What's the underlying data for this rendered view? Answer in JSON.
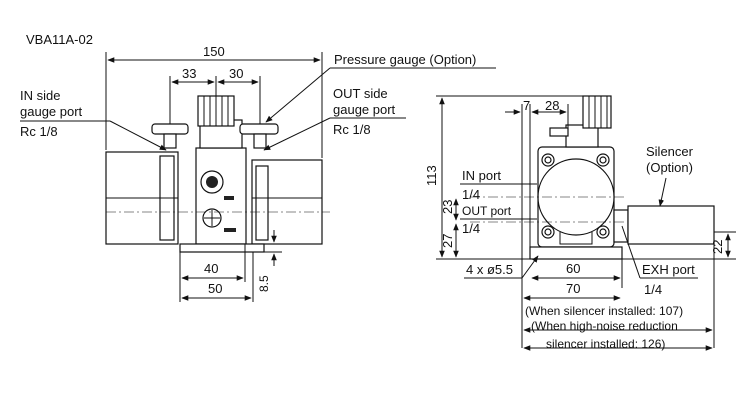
{
  "model": "VBA11A-02",
  "front_view": {
    "dims": {
      "overall_width": "150",
      "left_offset": "33",
      "right_offset": "30",
      "base_width_inner": "40",
      "base_width_outer": "50",
      "base_height": "8.5"
    },
    "labels": {
      "in_gauge_line1": "IN side",
      "in_gauge_line2": "gauge port",
      "in_gauge_line3": "Rc 1/8",
      "pressure_gauge": "Pressure gauge (Option)",
      "out_gauge_line1": "OUT side",
      "out_gauge_line2": "gauge port",
      "out_gauge_line3": "Rc 1/8"
    }
  },
  "side_view": {
    "dims": {
      "height": "113",
      "offset_7": "7",
      "offset_28": "28",
      "in_height": "23",
      "out_height": "27",
      "silencer_height": "22",
      "mount_width": "60",
      "base_width": "70"
    },
    "labels": {
      "silencer_line1": "Silencer",
      "silencer_line2": "(Option)",
      "in_port": "IN port",
      "in_port_size": "1/4",
      "out_port": "OUT port",
      "out_port_size": "1/4",
      "mount_holes": "4 x ø5.5",
      "exh_port": "EXH port",
      "exh_port_size": "1/4",
      "note1": "(When silencer installed: 107)",
      "note2": "(When high-noise reduction",
      "note3": "silencer installed: 126)"
    }
  }
}
